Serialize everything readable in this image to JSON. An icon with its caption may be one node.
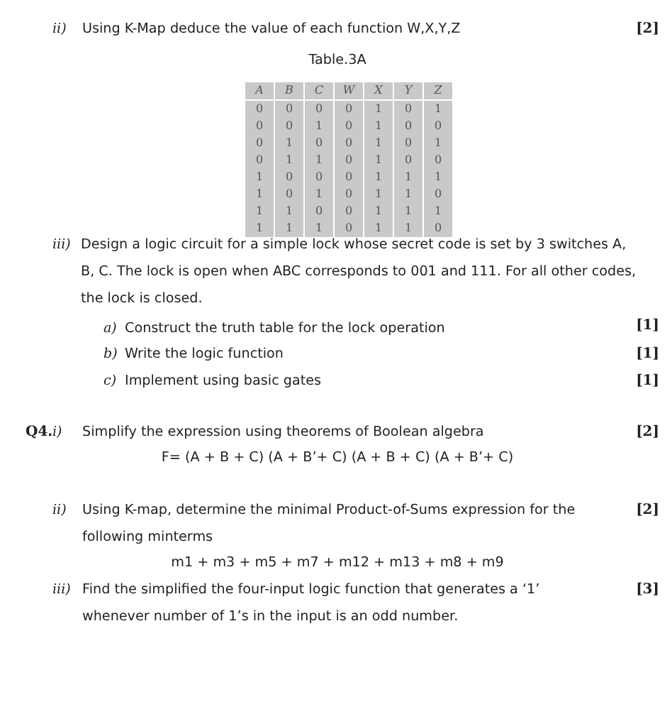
{
  "diagram": {
    "labels": [
      "ii)",
      "Using K-Map deduce the value of each function W,X,Y,Z",
      "[2]",
      "Table.3A",
      "A",
      "B",
      "C",
      "W",
      "X",
      "Y",
      "Z",
      "0",
      "0",
      "0",
      "0",
      "1",
      "0",
      "1",
      "0",
      "0",
      "1",
      "0",
      "1",
      "0",
      "0",
      "0",
      "1",
      "0",
      "0",
      "1",
      "0",
      "1",
      "0",
      "1",
      "1",
      "0",
      "1",
      "0",
      "0",
      "1",
      "0",
      "0",
      "0",
      "1",
      "1",
      "1",
      "1",
      "0",
      "1",
      "0",
      "1",
      "1",
      "0",
      "1",
      "1",
      "0",
      "0",
      "1",
      "1",
      "1",
      "1",
      "1",
      "1",
      "0",
      "1",
      "1",
      "0",
      "iii)",
      "Design a logic circuit for a simple lock whose secret code is set by 3 switches A, B, C. The lock is open when ABC corresponds to 001 and 111. For all other codes, the lock is closed.",
      "a)",
      "Construct the truth table for the lock operation",
      "[1]",
      "b)",
      "Write the logic function",
      "[1]",
      "c)",
      "Implement using basic gates",
      "[1]",
      "Q4.",
      "i)",
      "Simplify the expression using theorems of Boolean algebra",
      "[2]",
      "F= (A + B + C) (A + B’+ C) (A + B + C) (A + B’+ C)",
      "ii)",
      "Using K-map, determine the minimal Product-of-Sums expression for the following minterms",
      "[2]",
      "m1 + m3 + m5 + m7 + m12 + m13 + m8 + m9",
      "iii)",
      "Find the simplified the four-input logic function that generates a ‘1’ whenever number of 1’s in the input is an odd number.",
      "[3]"
    ]
  }
}
